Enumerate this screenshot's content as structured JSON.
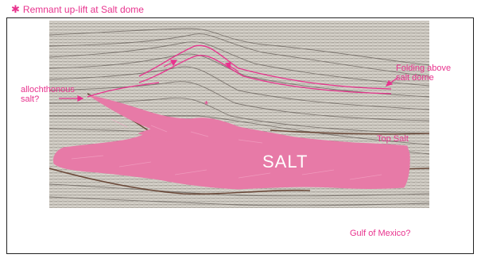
{
  "title": {
    "marker": "✱",
    "text": "Remnant up-lift at Salt dome"
  },
  "annotations": {
    "folding": "Folding above salt dome",
    "allochthonous": "allochthonous salt?",
    "top_salt": "Top Salt",
    "salt": "SALT",
    "gulf": "Gulf of Mexico?",
    "uplift_marker": "*"
  },
  "colors": {
    "annotation": "#e8338e",
    "salt_fill": "#e77aa7",
    "seismic_background": "#cfcbc4",
    "reflector_dark": "#6b4a3a"
  }
}
